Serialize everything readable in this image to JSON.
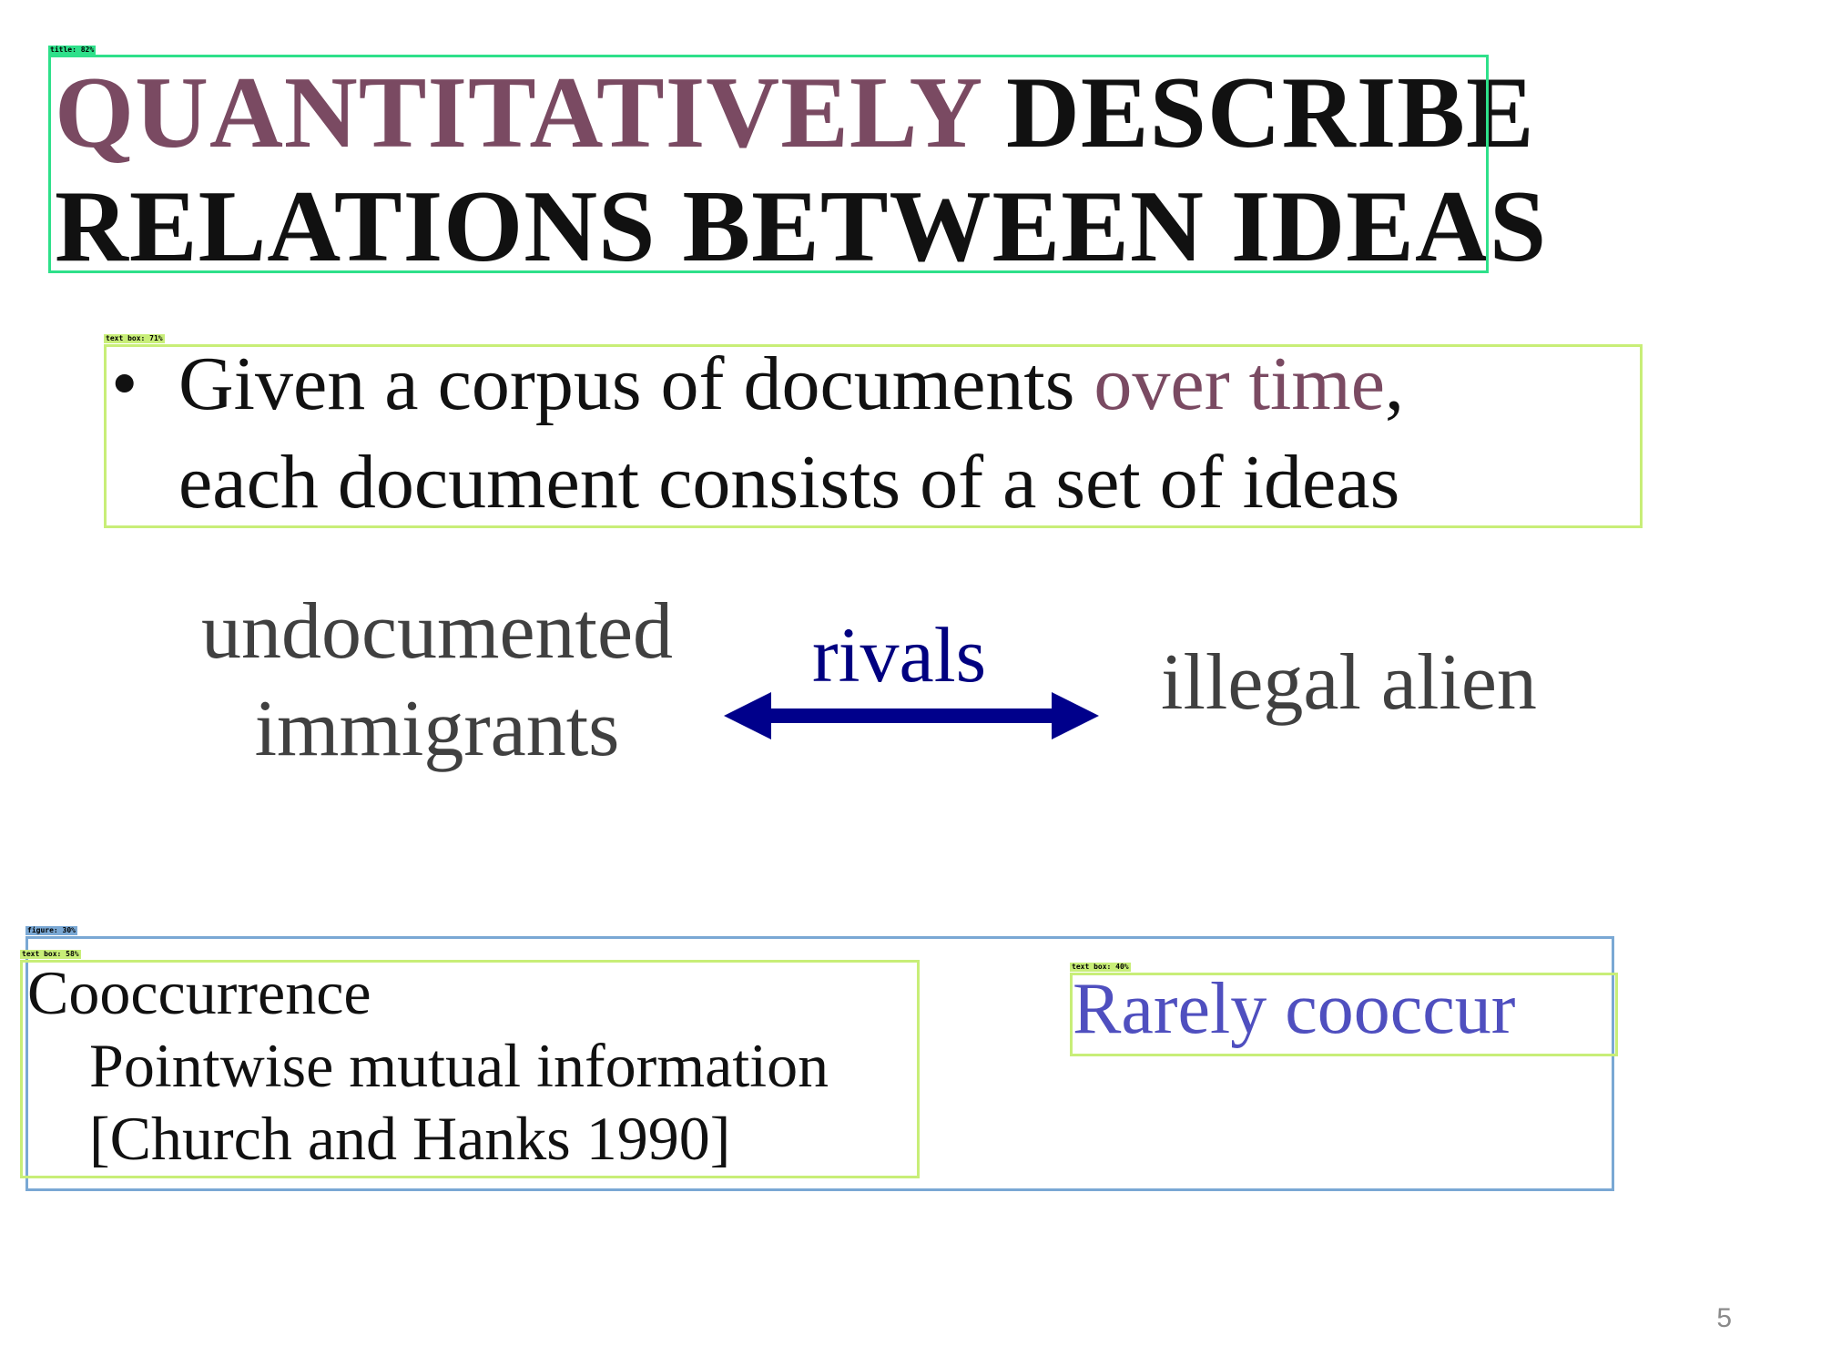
{
  "slide": {
    "title": {
      "word_highlight": "QUANTITATIVELY",
      "line1_rest": "DESCRIBE",
      "line2": "RELATIONS BETWEEN IDEAS"
    },
    "bullet": {
      "symbol": "•",
      "line1_start": "Given a corpus of documents",
      "line1_highlight": "over time",
      "line1_end": ",",
      "line2": "each document consists of a set of ideas"
    },
    "relation": {
      "left_line1": "undocumented",
      "left_line2": "immigrants",
      "label": "rivals",
      "right": "illegal alien"
    },
    "figure": {
      "heading": "Cooccurrence",
      "sub1": "Pointwise mutual information",
      "sub2": "[Church and Hanks 1990]",
      "right_caption": "Rarely cooccur"
    },
    "page_number": "5"
  },
  "detections": {
    "title": "title: 82%",
    "text_box_main": "text box: 71%",
    "figure": "figure: 30%",
    "text_box_left": "text box: 58%",
    "text_box_right": "text box: 40%"
  },
  "colors": {
    "title_highlight": "#7a4a62",
    "arrow": "#00008b",
    "rarely": "#4f4fbf",
    "det_title": "#2ee08a",
    "det_textbox": "#c8ee78",
    "det_figure": "#7aa8d4"
  }
}
